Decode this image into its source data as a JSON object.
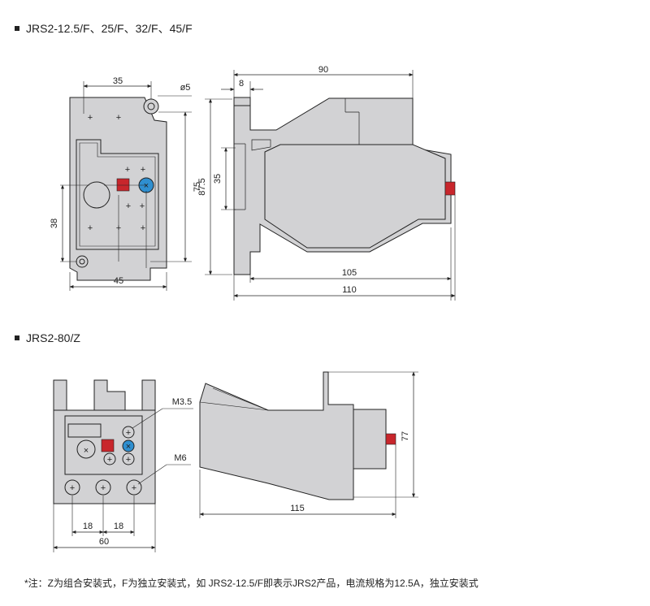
{
  "section1": {
    "title": "JRS2-12.5/F、25/F、32/F、45/F"
  },
  "section2": {
    "title": "JRS2-80/Z"
  },
  "dims1": {
    "width_top": "35",
    "hole_dia": "ø5",
    "height_75": "75",
    "height_38": "38",
    "width_45": "45",
    "side_8": "8",
    "side_90": "90",
    "side_87_5": "87.5",
    "side_35": "35",
    "side_105": "105",
    "side_110": "110"
  },
  "dims2": {
    "screw_m3_5": "M3.5",
    "screw_m6": "M6",
    "pitch_1": "18",
    "pitch_2": "18",
    "width_60": "60",
    "depth_115": "115",
    "height_77": "77"
  },
  "colors": {
    "body": "#d2d2d4",
    "reset_button": "#c8262c",
    "test_button": "#2f8fd0",
    "line": "#222222"
  },
  "footnote": "*注：Z为组合安装式，F为独立安装式，如 JRS2-12.5/F即表示JRS2产品，电流规格为12.5A，独立安装式"
}
